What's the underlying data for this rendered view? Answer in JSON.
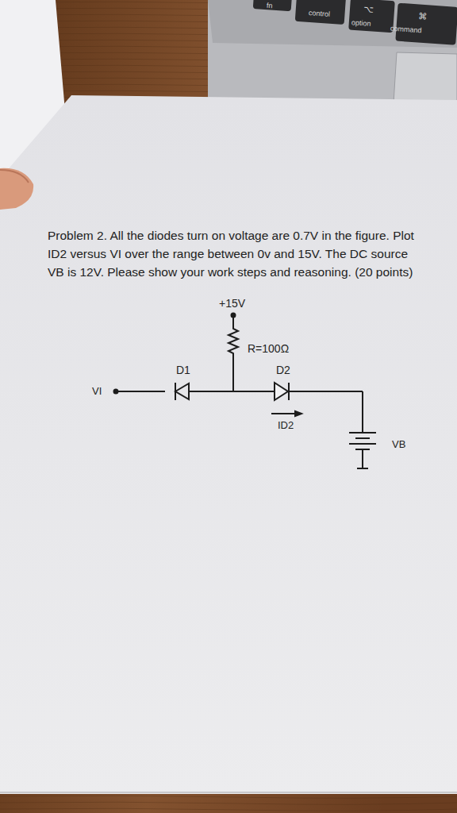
{
  "diagram": {
    "labels": [
      "fn",
      "control",
      "⌥",
      "option",
      "⌘",
      "command",
      "Problem 2. All the diodes turn on voltage are 0.7V in the figure. Plot ID2 versus VI over the range between 0v and 15V. The DC source VB is 12V. Please show your work steps and reasoning. (20 points)",
      "+15V",
      "R=100Ω",
      "D1",
      "D2",
      "VI",
      "ID2",
      "VB"
    ]
  }
}
